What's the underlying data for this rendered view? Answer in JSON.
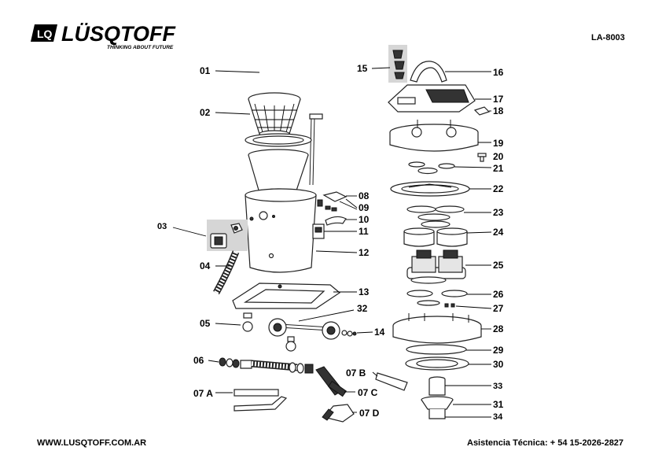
{
  "header": {
    "brand": "LÜSQTOFF",
    "tagline": "THINKING ABOUT FUTURE",
    "logo_mark_text": "LQ",
    "model": "LA-8003"
  },
  "footer": {
    "website": "WWW.LUSQTOFF.COM.AR",
    "support": "Asistencia Técnica: + 54 15-2026-2827"
  },
  "labels": {
    "p01": "01",
    "p02": "02",
    "p03": "03",
    "p04": "04",
    "p05": "05",
    "p06": "06",
    "p07a": "07 A",
    "p07b": "07 B",
    "p07c": "07 C",
    "p07d": "07 D",
    "p08": "08",
    "p09": "09",
    "p10": "10",
    "p11": "11",
    "p12": "12",
    "p13": "13",
    "p14": "14",
    "p15": "15",
    "p16": "16",
    "p17": "17",
    "p18": "18",
    "p19": "19",
    "p20": "20",
    "p21": "21",
    "p22": "22",
    "p23": "23",
    "p24": "24",
    "p25": "25",
    "p26": "26",
    "p27": "27",
    "p28": "28",
    "p29": "29",
    "p30": "30",
    "p31": "31",
    "p32": "32",
    "p33": "33",
    "p34": "34"
  },
  "colors": {
    "ink": "#000000",
    "highlight_box": "#d6d6d6"
  }
}
